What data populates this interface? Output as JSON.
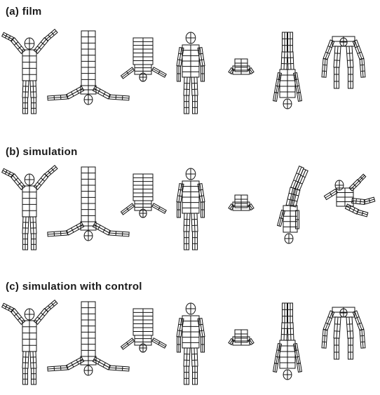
{
  "rows": [
    {
      "label": "(a)  film",
      "poses": [
        "x-arms-up",
        "inverted-v-legs",
        "tucked-bent",
        "standing",
        "tuck-small",
        "inverted-legs-up",
        "bent-over"
      ]
    },
    {
      "label": "(b)  simulation",
      "poses": [
        "x-arms-up",
        "inverted-v-legs",
        "tucked-bent",
        "standing",
        "tuck-small",
        "inverted-legs-up-tilted",
        "twisted-sprawl"
      ]
    },
    {
      "label": "(c)  simulation with control",
      "poses": [
        "x-arms-up",
        "inverted-v-legs",
        "tucked-bent",
        "standing",
        "tuck-small",
        "inverted-legs-up",
        "bent-over"
      ]
    }
  ],
  "colors": {
    "stroke": "#111111",
    "text": "#1a1a1a",
    "background": "#ffffff"
  }
}
